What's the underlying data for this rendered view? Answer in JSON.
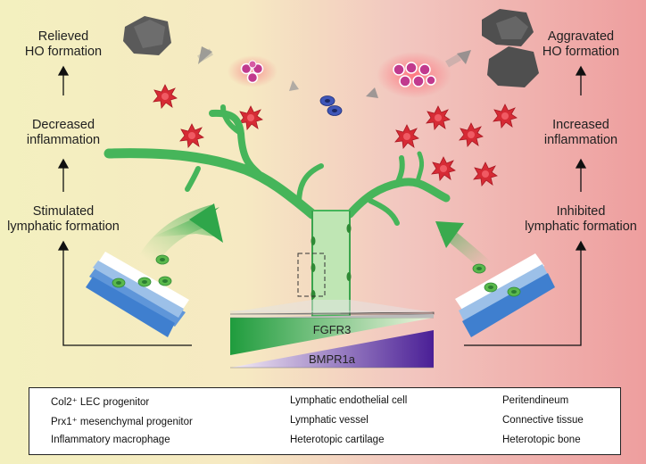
{
  "left": {
    "ho": [
      "Relieved",
      "HO formation"
    ],
    "inflammation": [
      "Decreased",
      "inflammation"
    ],
    "lymphatic": [
      "Stimulated",
      "lymphatic formation"
    ]
  },
  "right": {
    "ho": [
      "Aggravated",
      "HO formation"
    ],
    "inflammation": [
      "Increased",
      "inflammation"
    ],
    "lymphatic": [
      "Inhibited",
      "lymphatic formation"
    ]
  },
  "gradients": {
    "top": {
      "label": "FGFR3",
      "color": "#2aa84a"
    },
    "bottom": {
      "label": "BMPR1a",
      "color": "#5e2a99"
    }
  },
  "legend": [
    {
      "label": "Col2⁺ LEC progenitor",
      "icon": "green-cell-icon"
    },
    {
      "label": "Prx1⁺ mesenchymal progenitor",
      "icon": "blue-cell-icon"
    },
    {
      "label": "Inflammatory macrophage",
      "icon": "red-macrophage-icon"
    },
    {
      "label": "Lymphatic endothelial cell",
      "icon": "endothelial-cell-icon"
    },
    {
      "label": "Lymphatic vessel",
      "icon": "vessel-icon"
    },
    {
      "label": "Heterotopic cartilage",
      "icon": "cartilage-icon"
    },
    {
      "label": "Peritendineum",
      "icon": "peritendineum-icon"
    },
    {
      "label": "Connective tissue",
      "icon": "connective-tissue-icon"
    },
    {
      "label": "Heterotopic bone",
      "icon": "bone-icon"
    }
  ],
  "colors": {
    "vessel": "#46b55a",
    "macrophage": "#d62b35",
    "cartilage": "#c13a8e",
    "bone": "#555555",
    "connective": "#3a7ed4"
  }
}
